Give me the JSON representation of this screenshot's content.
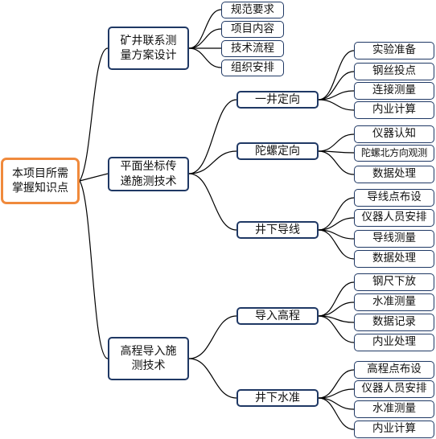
{
  "root": "本项目所需\n掌握知识点",
  "branch1": {
    "label": "矿井联系测\n量方案设计",
    "items": [
      "规范要求",
      "项目内容",
      "技术流程",
      "组织安排"
    ]
  },
  "branch2": {
    "label": "平面坐标传\n递施测技术",
    "groups": [
      {
        "label": "一井定向",
        "items": [
          "实验准备",
          "钢丝投点",
          "连接测量",
          "内业计算"
        ]
      },
      {
        "label": "陀螺定向",
        "items": [
          "仪器认知",
          "陀螺北方向观测",
          "数据处理"
        ]
      },
      {
        "label": "井下导线",
        "items": [
          "导线点布设",
          "仪器人员安排",
          "导线测量",
          "数据处理"
        ]
      }
    ]
  },
  "branch3": {
    "label": "高程导入施\n测技术",
    "groups": [
      {
        "label": "导入高程",
        "items": [
          "钢尺下放",
          "水准测量",
          "数据记录",
          "内业处理"
        ]
      },
      {
        "label": "井下水准",
        "items": [
          "高程点布设",
          "仪器人员安排",
          "水准测量",
          "内业计算"
        ]
      }
    ]
  }
}
